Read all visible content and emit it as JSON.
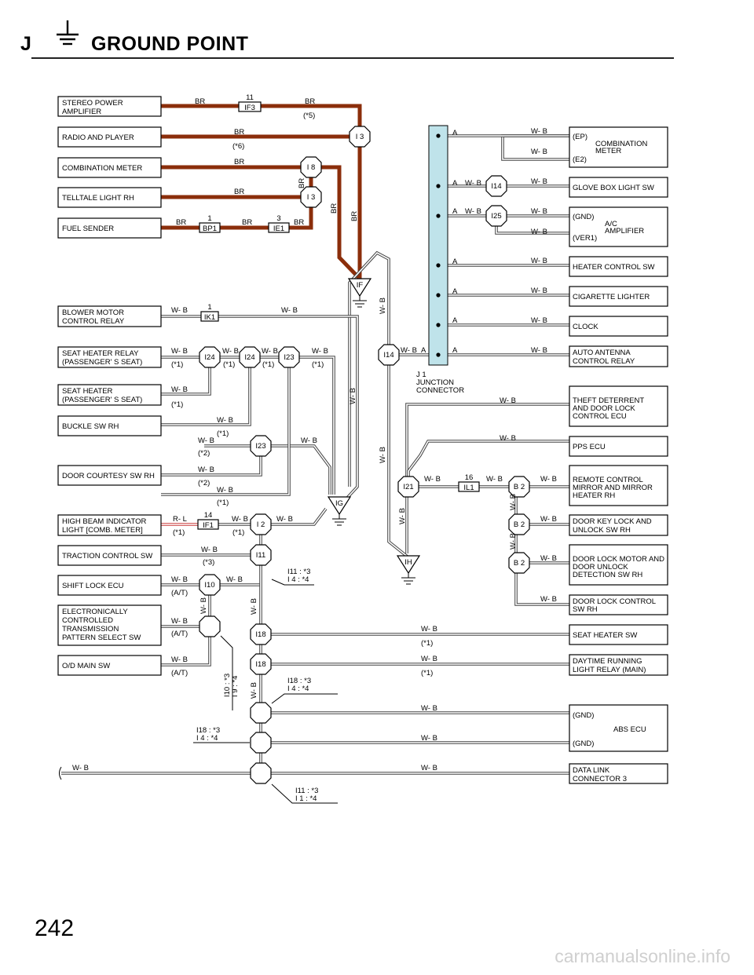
{
  "header": {
    "letter": "J",
    "title": "GROUND POINT"
  },
  "page_number": "242",
  "watermark": "carmanualsonline.info",
  "left_components": [
    {
      "id": "stereo-power-amplifier",
      "lines": [
        "STEREO POWER",
        "AMPLIFIER"
      ]
    },
    {
      "id": "radio-and-player",
      "lines": [
        "RADIO AND PLAYER"
      ]
    },
    {
      "id": "combination-meter-left",
      "lines": [
        "COMBINATION METER"
      ]
    },
    {
      "id": "telltale-light-rh",
      "lines": [
        "TELLTALE LIGHT RH"
      ]
    },
    {
      "id": "fuel-sender",
      "lines": [
        "FUEL SENDER"
      ]
    },
    {
      "id": "blower-motor-control-relay",
      "lines": [
        "BLOWER MOTOR",
        "CONTROL RELAY"
      ]
    },
    {
      "id": "seat-heater-relay",
      "lines": [
        "SEAT HEATER RELAY",
        "(PASSENGER' S SEAT)"
      ]
    },
    {
      "id": "seat-heater",
      "lines": [
        "SEAT HEATER",
        "(PASSENGER' S SEAT)"
      ]
    },
    {
      "id": "buckle-sw-rh",
      "lines": [
        "BUCKLE SW RH"
      ]
    },
    {
      "id": "door-courtesy-sw-rh",
      "lines": [
        "DOOR COURTESY SW RH"
      ]
    },
    {
      "id": "high-beam-indicator",
      "lines": [
        "HIGH BEAM INDICATOR",
        "LIGHT [COMB.  METER]"
      ]
    },
    {
      "id": "traction-control-sw",
      "lines": [
        "TRACTION CONTROL SW"
      ]
    },
    {
      "id": "shift-lock-ecu",
      "lines": [
        "SHIFT LOCK ECU"
      ]
    },
    {
      "id": "ectps-sw",
      "lines": [
        "ELECTRONICALLY",
        "CONTROLLED",
        "TRANSMISSION",
        "PATTERN SELECT SW"
      ]
    },
    {
      "id": "od-main-sw",
      "lines": [
        "O/D MAIN SW"
      ]
    }
  ],
  "right_components": [
    {
      "id": "combination-meter-right",
      "lines": [
        "(EP)",
        "COMBINATION",
        "METER",
        "(E2)"
      ]
    },
    {
      "id": "glove-box-light-sw",
      "lines": [
        "GLOVE BOX LIGHT SW"
      ]
    },
    {
      "id": "ac-amplifier",
      "lines": [
        "(GND)",
        "A/C",
        "AMPLIFIER",
        "(VER1)"
      ]
    },
    {
      "id": "heater-control-sw",
      "lines": [
        "HEATER CONTROL SW"
      ]
    },
    {
      "id": "cigarette-lighter",
      "lines": [
        "CIGARETTE LIGHTER"
      ]
    },
    {
      "id": "clock",
      "lines": [
        "CLOCK"
      ]
    },
    {
      "id": "auto-antenna-control-relay",
      "lines": [
        "AUTO ANTENNA",
        "CONTROL RELAY"
      ]
    },
    {
      "id": "theft-deterrent",
      "lines": [
        "THEFT DETERRENT",
        "AND DOOR LOCK",
        "CONTROL ECU"
      ]
    },
    {
      "id": "pps-ecu",
      "lines": [
        "PPS ECU"
      ]
    },
    {
      "id": "remote-control-mirror",
      "lines": [
        "REMOTE CONTROL",
        "MIRROR AND MIRROR",
        "HEATER RH"
      ]
    },
    {
      "id": "door-key-lock",
      "lines": [
        "DOOR KEY LOCK AND",
        "UNLOCK SW RH"
      ]
    },
    {
      "id": "door-lock-motor",
      "lines": [
        "DOOR LOCK MOTOR AND",
        "DOOR UNLOCK",
        "DETECTION SW RH"
      ]
    },
    {
      "id": "door-lock-control-sw",
      "lines": [
        "DOOR LOCK CONTROL",
        "SW RH"
      ]
    },
    {
      "id": "seat-heater-sw",
      "lines": [
        "SEAT HEATER SW"
      ]
    },
    {
      "id": "daytime-running-light",
      "lines": [
        "DAYTIME RUNNING",
        "LIGHT RELAY (MAIN)"
      ]
    },
    {
      "id": "abs-ecu",
      "lines": [
        "(GND)",
        "ABS ECU",
        "(GND)"
      ]
    },
    {
      "id": "data-link-connector-3",
      "lines": [
        "DATA LINK",
        "CONNECTOR 3"
      ]
    }
  ],
  "junction_connector": {
    "lines": [
      "J 1",
      "JUNCTION",
      "CONNECTOR"
    ]
  },
  "ground_points": [
    "IF",
    "IG",
    "IH"
  ],
  "connectors": {
    "IF3": "IF3",
    "BP1": "BP1",
    "IE1": "IE1",
    "IK1": "IK1",
    "IF1": "IF1",
    "IL1": "IL1",
    "IF3_pin": "11",
    "BP1_pin": "1",
    "IE1_pin": "3",
    "IK1_pin": "1",
    "IF1_pin": "14",
    "IL1_pin": "16"
  },
  "splices": {
    "I3a": "I 3",
    "I8": "I 8",
    "I3b": "I 3",
    "I14a": "I14",
    "I25": "I25",
    "I24a": "I24",
    "I24b": "I24",
    "I23a": "I23",
    "I14b": "I14",
    "I23b": "I23",
    "I21": "I21",
    "B2a": "B 2",
    "B2b": "B 2",
    "B2c": "B 2",
    "I2": "I 2",
    "I11": "I11",
    "I10": "I10",
    "I18a": "I18",
    "I18b": "I18"
  },
  "wire_labels": {
    "BR": "BR",
    "WB": "W- B",
    "RL": "R- L",
    "A": "A"
  },
  "notes": {
    "n1": "(*5)",
    "n2": "(*6)",
    "s1": "(*1)",
    "s2": "(*2)",
    "s3": "(*3)",
    "at": "(A/T)",
    "ref1a": "I11 : *3",
    "ref1b": "I 4 : *4",
    "ref2a": "I10 : *3",
    "ref2b": "I 9 : *4",
    "ref3a": "I18 : *3",
    "ref3b": "I 4 : *4",
    "ref4a": "I18 : *3",
    "ref4b": "I 4 : *4",
    "ref5a": "I11 : *3",
    "ref5b": "I 1 : *4"
  }
}
